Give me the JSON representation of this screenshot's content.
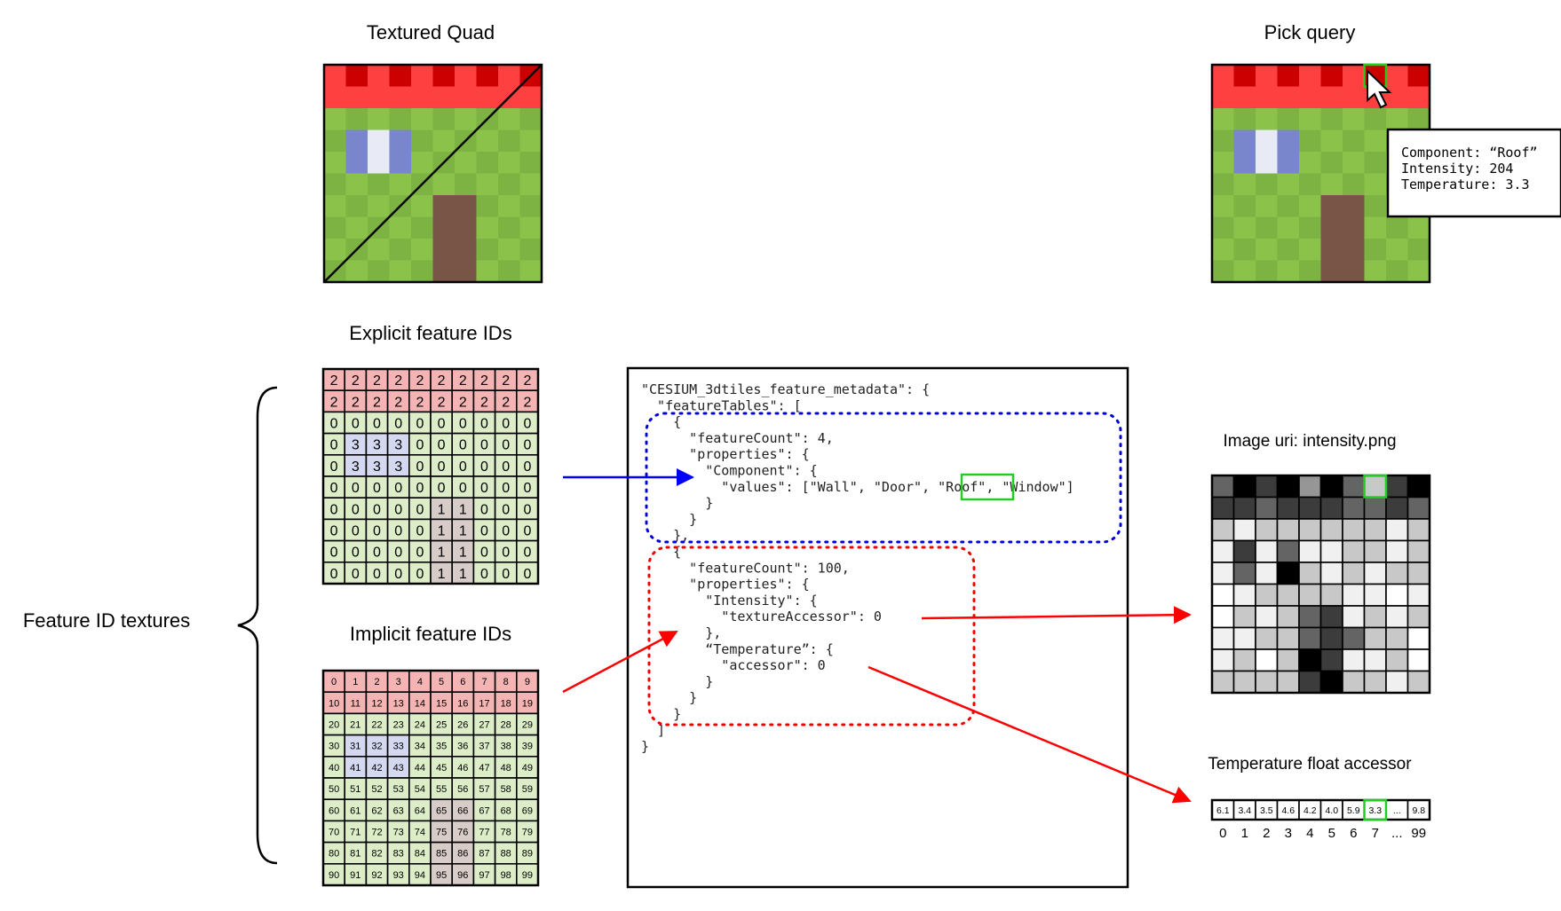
{
  "titles": {
    "textured_quad": "Textured Quad",
    "pick_query": "Pick query",
    "explicit_ids": "Explicit feature IDs",
    "implicit_ids": "Implicit feature IDs",
    "feature_id_textures": "Feature ID textures",
    "image_uri": "Image uri: intensity.png",
    "temperature_accessor": "Temperature float accessor"
  },
  "tooltip": [
    "Component: “Roof”",
    "Intensity: 204",
    "Temperature: 3.3"
  ],
  "json_lines": [
    "\"CESIUM_3dtiles_feature_metadata\": {",
    "  \"featureTables\": [",
    "    {",
    "      \"featureCount\": 4,",
    "      \"properties\": {",
    "        \"Component\": {",
    "          \"values\": [\"Wall\", \"Door\", \"Roof\", \"Window\"]",
    "        }",
    "      }",
    "    },",
    "    {",
    "      \"featureCount\": 100,",
    "      \"properties\": {",
    "        \"Intensity\": {",
    "          \"textureAccessor\": 0",
    "        },",
    "        “Temperature”: {",
    "          \"accessor\": 0",
    "        }",
    "      }",
    "    }",
    "  ]",
    "}"
  ],
  "explicit_ids": [
    [
      2,
      2,
      2,
      2,
      2,
      2,
      2,
      2,
      2,
      2
    ],
    [
      2,
      2,
      2,
      2,
      2,
      2,
      2,
      2,
      2,
      2
    ],
    [
      0,
      0,
      0,
      0,
      0,
      0,
      0,
      0,
      0,
      0
    ],
    [
      0,
      3,
      3,
      3,
      0,
      0,
      0,
      0,
      0,
      0
    ],
    [
      0,
      3,
      3,
      3,
      0,
      0,
      0,
      0,
      0,
      0
    ],
    [
      0,
      0,
      0,
      0,
      0,
      0,
      0,
      0,
      0,
      0
    ],
    [
      0,
      0,
      0,
      0,
      0,
      1,
      1,
      0,
      0,
      0
    ],
    [
      0,
      0,
      0,
      0,
      0,
      1,
      1,
      0,
      0,
      0
    ],
    [
      0,
      0,
      0,
      0,
      0,
      1,
      1,
      0,
      0,
      0
    ],
    [
      0,
      0,
      0,
      0,
      0,
      1,
      1,
      0,
      0,
      0
    ]
  ],
  "temperature_values": [
    "6.1",
    "3.4",
    "3.5",
    "4.6",
    "4.2",
    "4.0",
    "5.9",
    "3.3",
    "...",
    "9.8"
  ],
  "temperature_indices": [
    "0",
    "1",
    "2",
    "3",
    "4",
    "5",
    "6",
    "7",
    "...",
    "99"
  ],
  "colors": {
    "roof_red": "#ff4040",
    "roof_dark": "#cc0000",
    "grass_light": "#8bc34a",
    "grass_dark": "#7cb342",
    "window_blue": "#7986cb",
    "window_white": "#e8eaf6",
    "door_brown": "#795548",
    "id_wall": "#dcedc8",
    "id_door": "#d7ccc8",
    "id_roof": "#f4b4b4",
    "id_window": "#d4d8f0",
    "highlight_green": "#22cc22",
    "arrow_blue": "#0000ff",
    "arrow_red": "#ff0000"
  }
}
